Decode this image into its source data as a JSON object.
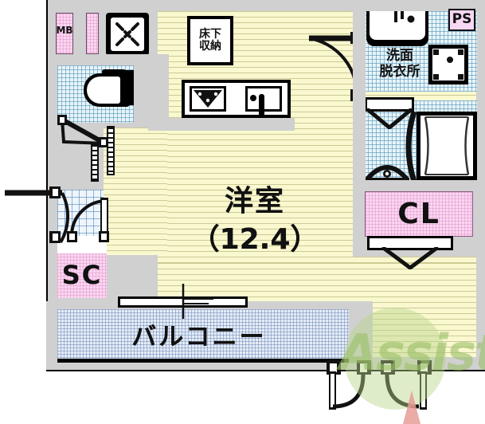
{
  "document": {
    "type": "floor-plan",
    "language": "ja",
    "watermark": "Assist",
    "watermark_color": "#9cc16a"
  },
  "palette": {
    "tatami_floor": "#f9f8cf",
    "tile_floor": "#e8f4f8",
    "balcony_floor": "#e5ecf6",
    "closet_pink": "#fbd6f0",
    "wall_grey": "#d0d0d0",
    "line_black": "#000000"
  },
  "rooms": {
    "main_room": {
      "name": "洋室",
      "size": "（12.4）"
    },
    "washroom": {
      "line1": "洗面",
      "line2": "脱衣所"
    },
    "balcony": {
      "name": "バルコニー"
    },
    "closet": {
      "name": "CL"
    },
    "shoe_closet": {
      "name": "SC"
    },
    "under_floor_storage": {
      "line1": "床下",
      "line2": "収納"
    },
    "meter_box": {
      "name": "MB"
    },
    "pipe_shaft_kitchen": {
      "name": "PS"
    },
    "pipe_shaft_top_right": {
      "name": "PS"
    }
  },
  "fixtures": {
    "toilet": "toilet-icon",
    "sink_vanity": "vanity-sink-icon",
    "washer_pan": "washing-machine-pan-icon",
    "bathtub": "bathtub-icon",
    "shower": "shower-icon",
    "kitchen_stove": "stove-burner-icon",
    "kitchen_sink": "kitchen-sink-icon",
    "ac_vent": "ceiling-vent-icon",
    "entrance_door": "entrance-door-icon",
    "balcony_window": "sliding-window-icon"
  }
}
